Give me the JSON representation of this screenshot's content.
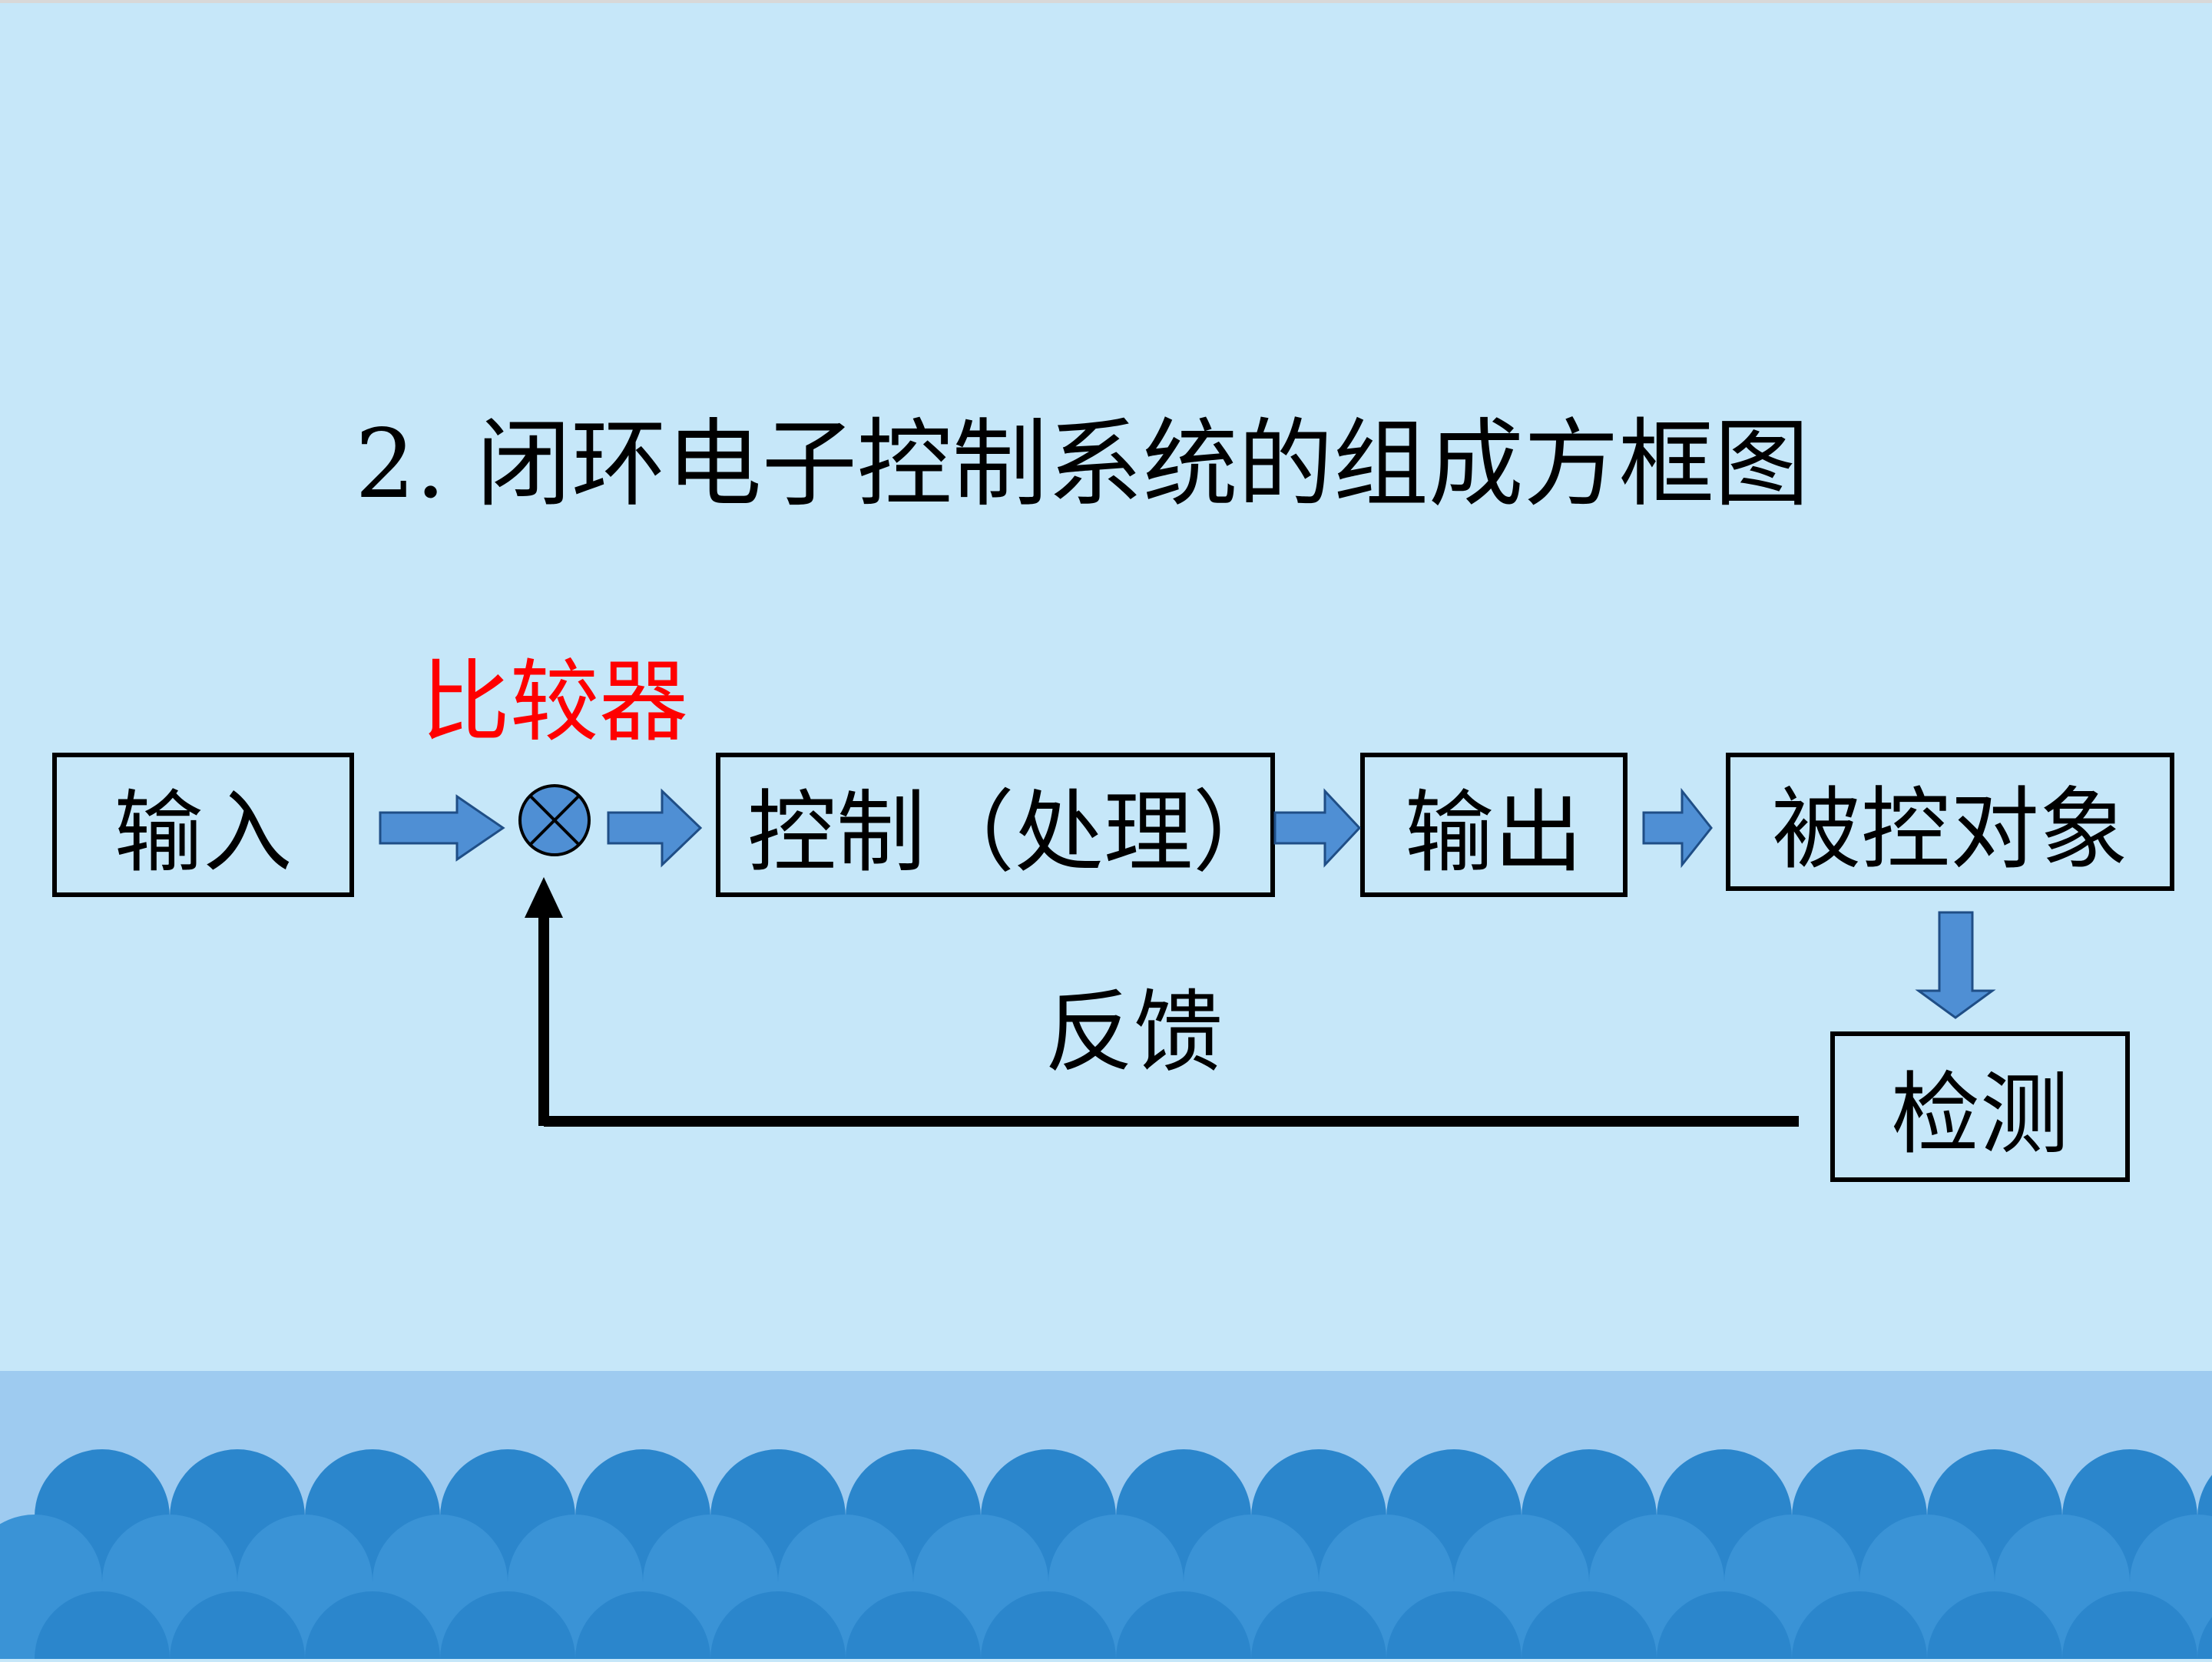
{
  "title": "2. 闭环电子控制系统的组成方框图",
  "diagram": {
    "comparator_label": "比较器",
    "feedback_label": "反馈",
    "blocks": {
      "input": "输入",
      "control": "控制（处理）",
      "output": "输出",
      "controlled_object": "被控对象",
      "detection": "检测"
    }
  },
  "colors": {
    "background": "#c6e7f9",
    "arrow_fill": "#4f8fd4",
    "comparator_fill": "#4f8fd4",
    "comparator_label": "#ff0000",
    "band": "#9ecbf0",
    "scallop": "#2b86cc"
  }
}
